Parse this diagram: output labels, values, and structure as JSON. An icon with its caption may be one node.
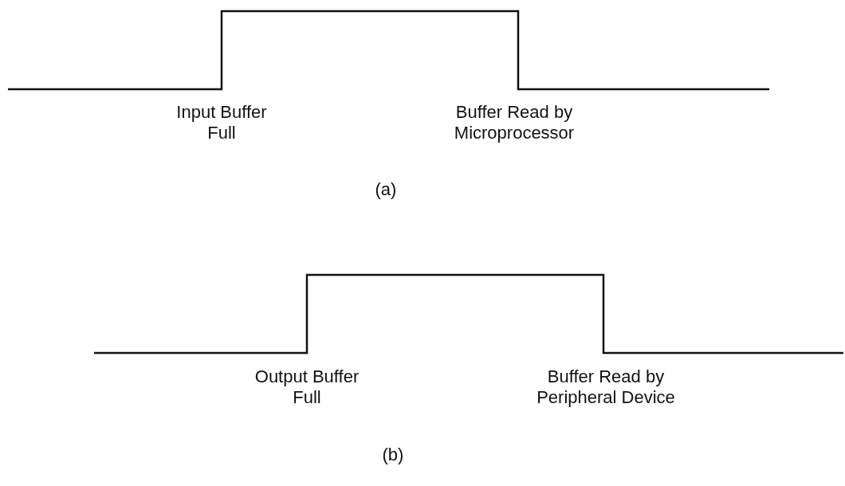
{
  "diagram": {
    "labels": [
      "Input Buffer Full",
      "Buffer Read by Microprocessor",
      "(a)",
      "Output Buffer Full",
      "Buffer Read by Peripheral Device",
      "(b)"
    ]
  }
}
